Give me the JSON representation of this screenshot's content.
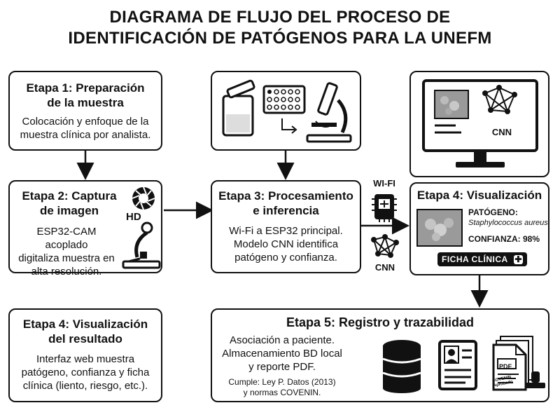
{
  "title": {
    "line1": "DIAGRAMA DE FLUJO DEL PROCESO DE",
    "line2": "IDENTIFICACIÓN DE PATÓGENOS PARA LA UNEFM"
  },
  "stage1": {
    "heading_line1": "Etapa 1: Preparación",
    "heading_line2": "de la muestra",
    "body_line1": "Colocación y enfoque de la",
    "body_line2": "muestra clínica por analista."
  },
  "stage2": {
    "heading_line1": "Etapa 2: Captura",
    "heading_line2": "de imagen",
    "hd_label": "HD",
    "body_line1": "ESP32-CAM acoplado",
    "body_line2": "digitaliza muestra en",
    "body_line3": "alta resolución."
  },
  "stage3": {
    "heading_line1": "Etapa 3: Procesamiento",
    "heading_line2": "e inferencia",
    "body_line1": "Wi-Fi a ESP32 principal.",
    "body_line2": "Modelo CNN identifica",
    "body_line3": "patógeno y confianza."
  },
  "connector": {
    "wifi_label": "WI-FI",
    "cnn_label": "CNN"
  },
  "monitor": {
    "cnn_label": "CNN"
  },
  "stage4": {
    "heading": "Etapa 4: Visualización",
    "pathogen_label": "PATÓGENO:",
    "pathogen_name": "Staphylococcus aureus",
    "confidence": "CONFIANZA: 98%",
    "ficha_button": "FICHA CLÍNICA"
  },
  "stage4b": {
    "heading_line1": "Etapa 4: Visualización",
    "heading_line2": "del resultado",
    "body_line1": "Interfaz web muestra",
    "body_line2": "patógeno, confianza y ficha",
    "body_line3": "clínica (liento, riesgo, etc.)."
  },
  "stage5": {
    "heading": "Etapa 5: Registro y trazabilidad",
    "body_line1": "Asociación a paciente.",
    "body_line2": "Almacenamiento BD local",
    "body_line3": "y reporte PDF.",
    "note_line1": "Cumple: Ley P. Datos (2013)",
    "note_line2": "y normas COVENIN.",
    "pdf_label": "PDF",
    "stamp_line1": "COVENIN",
    "stamp_line2": "Aprobado"
  },
  "colors": {
    "ink": "#111111",
    "paper": "#ffffff",
    "micro_gray": "#9a9a9a"
  }
}
